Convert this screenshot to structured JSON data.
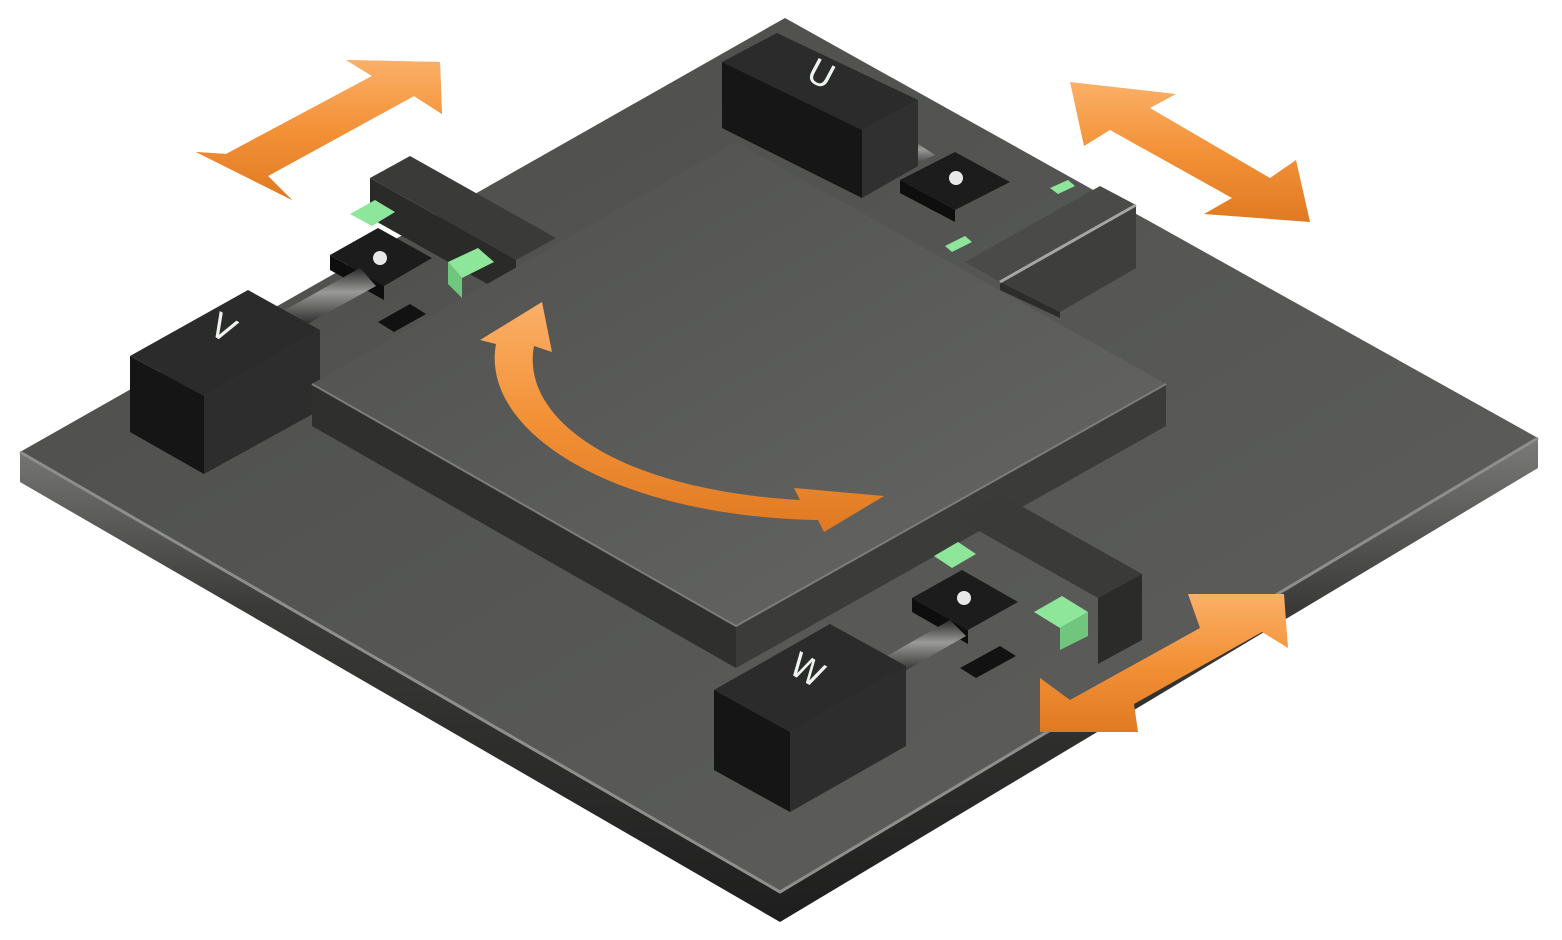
{
  "diagram": {
    "motors": [
      {
        "id": "u",
        "label": "U"
      },
      {
        "id": "v",
        "label": "V"
      },
      {
        "id": "w",
        "label": "W"
      }
    ],
    "motions": [
      {
        "id": "u-axis",
        "type": "linear",
        "direction": "bidirectional"
      },
      {
        "id": "v-axis",
        "type": "linear",
        "direction": "bidirectional"
      },
      {
        "id": "w-axis",
        "type": "linear",
        "direction": "bidirectional"
      },
      {
        "id": "theta",
        "type": "rotation",
        "direction": "clockwise"
      }
    ],
    "colors": {
      "base_plate": "#565755",
      "stage_top": "#5e5f5d",
      "motor_body": "#1a1c1a",
      "arrow": "#f39137",
      "contact_pad": "#8ee69a"
    }
  }
}
